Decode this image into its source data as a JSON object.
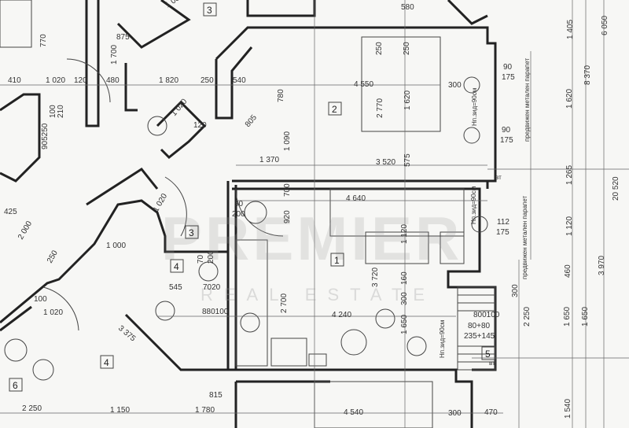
{
  "watermark": {
    "brand": "PREMIER",
    "tagline": "REAL ESTATE"
  },
  "rooms": [
    "3",
    "2",
    "3",
    "4",
    "1",
    "4",
    "5",
    "6"
  ],
  "dims": [
    "1 030",
    "875",
    "770",
    "1 700",
    "410",
    "1 020",
    "120",
    "480",
    "1 820",
    "250",
    "540",
    "905250",
    "210",
    "100",
    "1 020",
    "120",
    "805",
    "780",
    "1 090",
    "1 370",
    "3 520",
    "575",
    "2 770",
    "1 620",
    "4 550",
    "300",
    "580",
    "250",
    "250",
    "4 640",
    "920",
    "700",
    "90",
    "200",
    "1 120",
    "3 720",
    "300",
    "160",
    "70",
    "200",
    "545",
    "7020",
    "880100",
    "2 700",
    "4 240",
    "1 650",
    "1 020",
    "425",
    "2 000",
    "250",
    "1 000",
    "3 375",
    "1 020",
    "100",
    "1 150",
    "2 250",
    "815",
    "1 780",
    "4 540",
    "300",
    "470",
    "90",
    "175",
    "90",
    "175",
    "112",
    "175",
    "80+80",
    "235+145",
    "800100",
    "2 250",
    "300",
    "1 405",
    "6 050",
    "8 370",
    "1 620",
    "1 265",
    "20 520",
    "1 120",
    "460",
    "3 970",
    "1 650",
    "1 650",
    "1 540"
  ],
  "notes": [
    "предвижен метален парапет",
    "предвижен метален парапет",
    "Нп.зид=90см",
    "Нп.зид=90см",
    "Нп.зид=90см",
    "вт",
    "вт"
  ]
}
